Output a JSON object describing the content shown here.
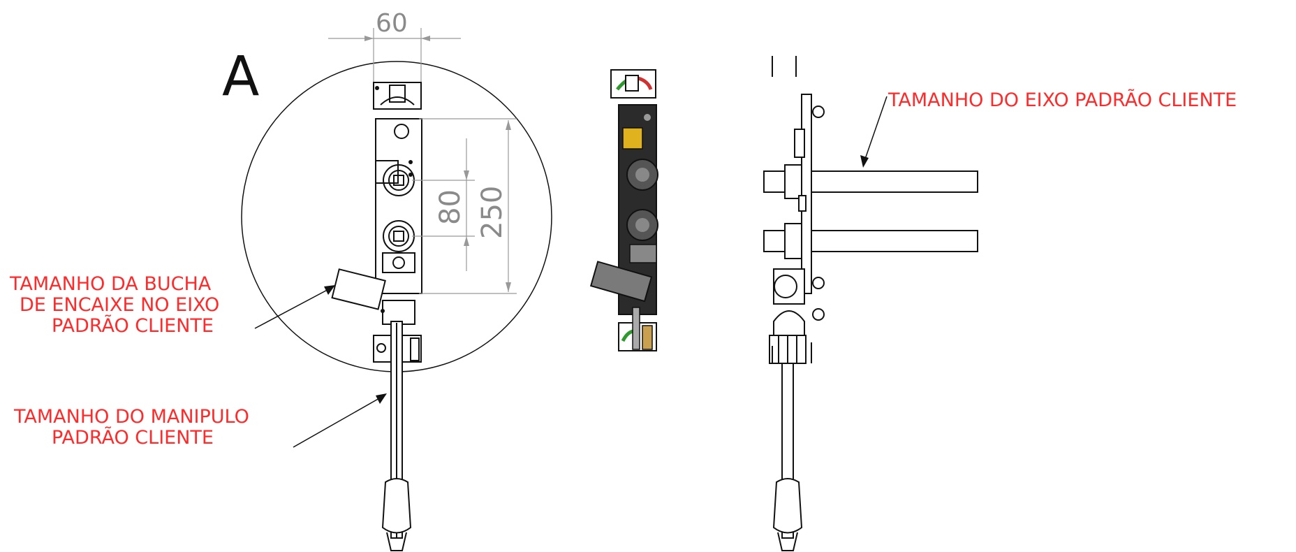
{
  "detail_label": "A",
  "dimensions": {
    "width": "60",
    "spacing": "80",
    "height": "250"
  },
  "notes": {
    "axis": "TAMANHO DO EIXO PADRÃO CLIENTE",
    "bushing": [
      "TAMANHO DA BUCHA",
      "DE ENCAIXE NO EIXO",
      "PADRÃO CLIENTE"
    ],
    "handle": [
      "TAMANHO DO MANIPULO",
      "PADRÃO CLIENTE"
    ]
  },
  "colors": {
    "annotation": "#ff2a2a",
    "dimension": "#8a8a8a",
    "lock_yellow": "#e0b21e",
    "body_dark": "#2b2b2b"
  }
}
